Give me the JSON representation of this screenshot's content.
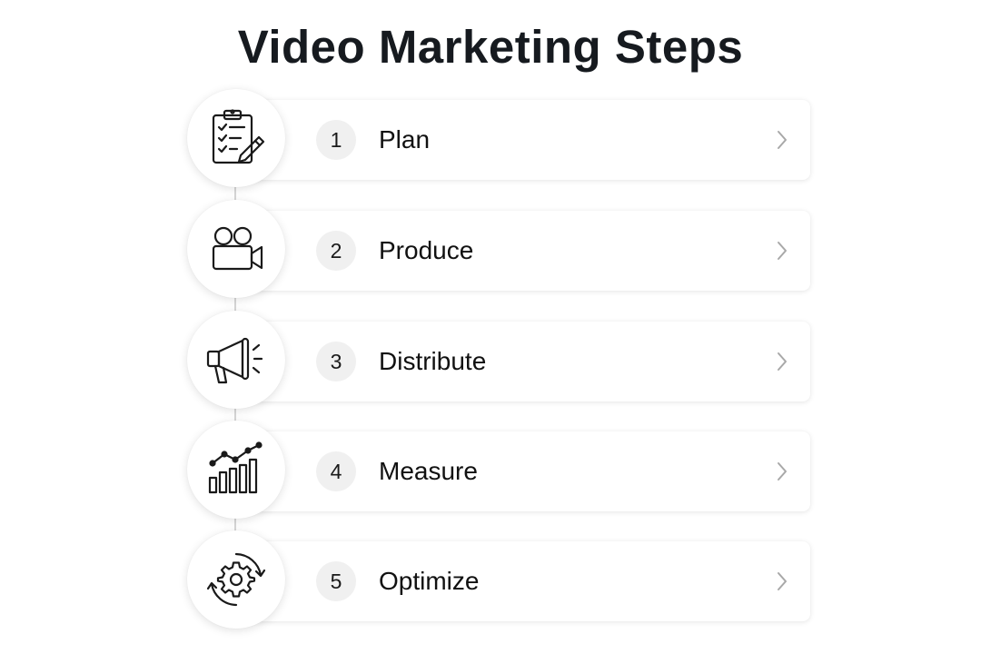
{
  "title": "Video Marketing Steps",
  "steps": [
    {
      "number": "1",
      "label": "Plan",
      "icon": "clipboard-checklist-icon"
    },
    {
      "number": "2",
      "label": "Produce",
      "icon": "video-camera-icon"
    },
    {
      "number": "3",
      "label": "Distribute",
      "icon": "megaphone-icon"
    },
    {
      "number": "4",
      "label": "Measure",
      "icon": "bar-chart-trend-icon"
    },
    {
      "number": "5",
      "label": "Optimize",
      "icon": "gear-refresh-icon"
    }
  ],
  "colors": {
    "text": "#161a1f",
    "number_badge": "#f0f0f0",
    "connector": "#d6d6d6",
    "chevron": "#a8a8a8"
  }
}
